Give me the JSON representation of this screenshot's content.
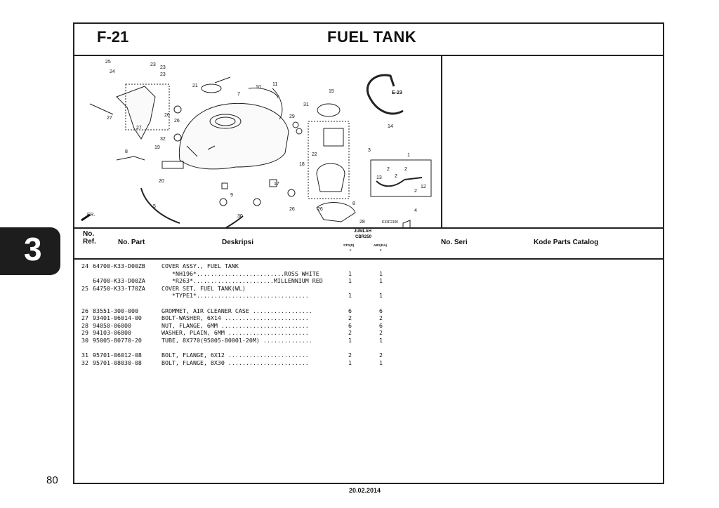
{
  "header": {
    "code": "F-21",
    "title": "FUEL TANK"
  },
  "side_tab": "3",
  "page_number": "80",
  "date": "20.02.2014",
  "diagram": {
    "callouts": [
      "25",
      "24",
      "23",
      "23",
      "23",
      "21",
      "7",
      "10",
      "11",
      "15",
      "E-23",
      "26",
      "26",
      "31",
      "29",
      "14",
      "27",
      "27",
      "8",
      "32",
      "19",
      "3",
      "22",
      "1",
      "18",
      "20",
      "17",
      "26",
      "9",
      "26",
      "13",
      "2",
      "2",
      "2",
      "12",
      "2",
      "5",
      "30",
      "8",
      "28",
      "4"
    ],
    "front_label": "FR.",
    "figure_code": "K33F2100"
  },
  "columns": {
    "ref": "No.\nRef.",
    "part": "No. Part",
    "desc": "Deskripsi",
    "qty_title": "JUMLAH",
    "qty_model": "CBR250",
    "qty_std": "STD(R)",
    "qty_abs": "ABS(RA)",
    "qty_std_sub": "F",
    "qty_abs_sub": "F",
    "serial": "No. Seri",
    "catalog": "Kode Parts Catalog"
  },
  "rows": [
    {
      "ref": "24",
      "part": "64700-K33-D00ZB",
      "desc": "COVER ASSY., FUEL TANK",
      "std": "",
      "abs": ""
    },
    {
      "ref": "",
      "part": "",
      "desc": "   *NH196*.........................ROSS WHITE",
      "std": "1",
      "abs": "1"
    },
    {
      "ref": "",
      "part": "64700-K33-D00ZA",
      "desc": "   *R263*.......................MILLENNIUM RED",
      "std": "1",
      "abs": "1"
    },
    {
      "ref": "25",
      "part": "64750-K33-T70ZA",
      "desc": "COVER SET, FUEL TANK(WL)",
      "std": "",
      "abs": ""
    },
    {
      "ref": "",
      "part": "",
      "desc": "   *TYPE1*................................",
      "std": "1",
      "abs": "1"
    },
    {
      "ref": "",
      "part": "",
      "desc": "",
      "std": "",
      "abs": ""
    },
    {
      "ref": "26",
      "part": "83551-300-000",
      "desc": "GROMMET, AIR CLEANER CASE .................",
      "std": "6",
      "abs": "6"
    },
    {
      "ref": "27",
      "part": "93401-06014-00",
      "desc": "BOLT-WASHER, 6X14 ........................",
      "std": "2",
      "abs": "2"
    },
    {
      "ref": "28",
      "part": "94050-06000",
      "desc": "NUT, FLANGE, 6MM .........................",
      "std": "6",
      "abs": "6"
    },
    {
      "ref": "29",
      "part": "94103-06800",
      "desc": "WASHER, PLAIN, 6MM .......................",
      "std": "2",
      "abs": "2"
    },
    {
      "ref": "30",
      "part": "95005-80770-20",
      "desc": "TUBE, 8X770(95005-80001-20M) ..............",
      "std": "1",
      "abs": "1"
    },
    {
      "ref": "",
      "part": "",
      "desc": "",
      "std": "",
      "abs": ""
    },
    {
      "ref": "31",
      "part": "95701-06012-08",
      "desc": "BOLT, FLANGE, 6X12 .......................",
      "std": "2",
      "abs": "2"
    },
    {
      "ref": "32",
      "part": "95701-08030-08",
      "desc": "BOLT, FLANGE, 8X30 .......................",
      "std": "1",
      "abs": "1"
    }
  ]
}
